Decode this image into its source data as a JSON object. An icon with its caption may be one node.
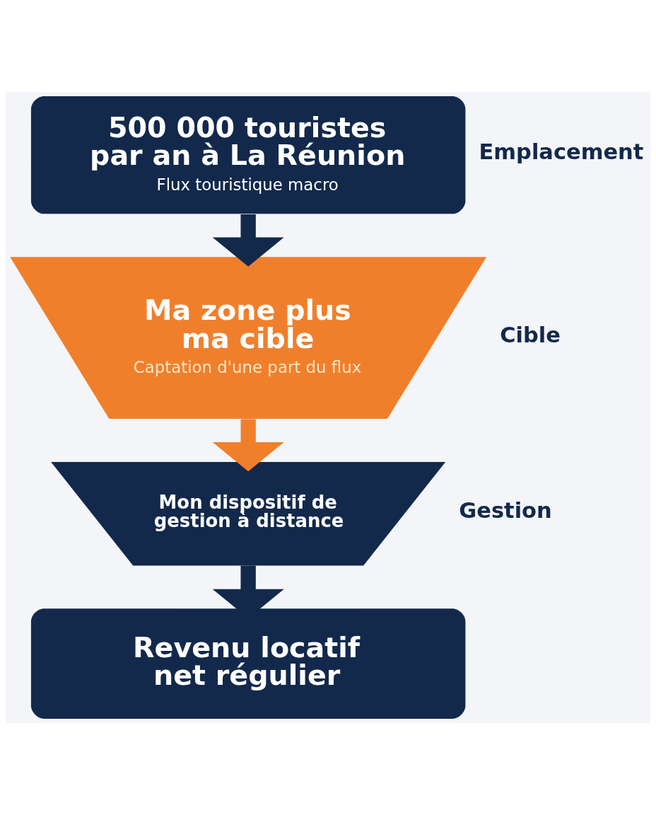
{
  "diagram": {
    "nodes": [
      {
        "text": [
          "500 000 touristes par an à La Réunion",
          "Flux touristique macro"
        ],
        "beside": [
          "Emplacement"
        ]
      },
      {
        "text": [
          "Ma zone plus ma cible",
          "Captation d'une part du flux"
        ],
        "beside": [
          "Cible"
        ]
      },
      {
        "text": [
          "Mon dispositif de gestion à distance"
        ],
        "beside": [
          "Gestion"
        ]
      },
      {
        "text": [
          "Revenu locatif net régulier"
        ]
      }
    ],
    "edges": [
      {
        "from": 0,
        "to": 1,
        "arrow": "to"
      },
      {
        "from": 1,
        "to": 2,
        "arrow": "to",
        "color": "#f07f2c"
      },
      {
        "from": 2,
        "to": 3,
        "arrow": "to"
      }
    ]
  }
}
